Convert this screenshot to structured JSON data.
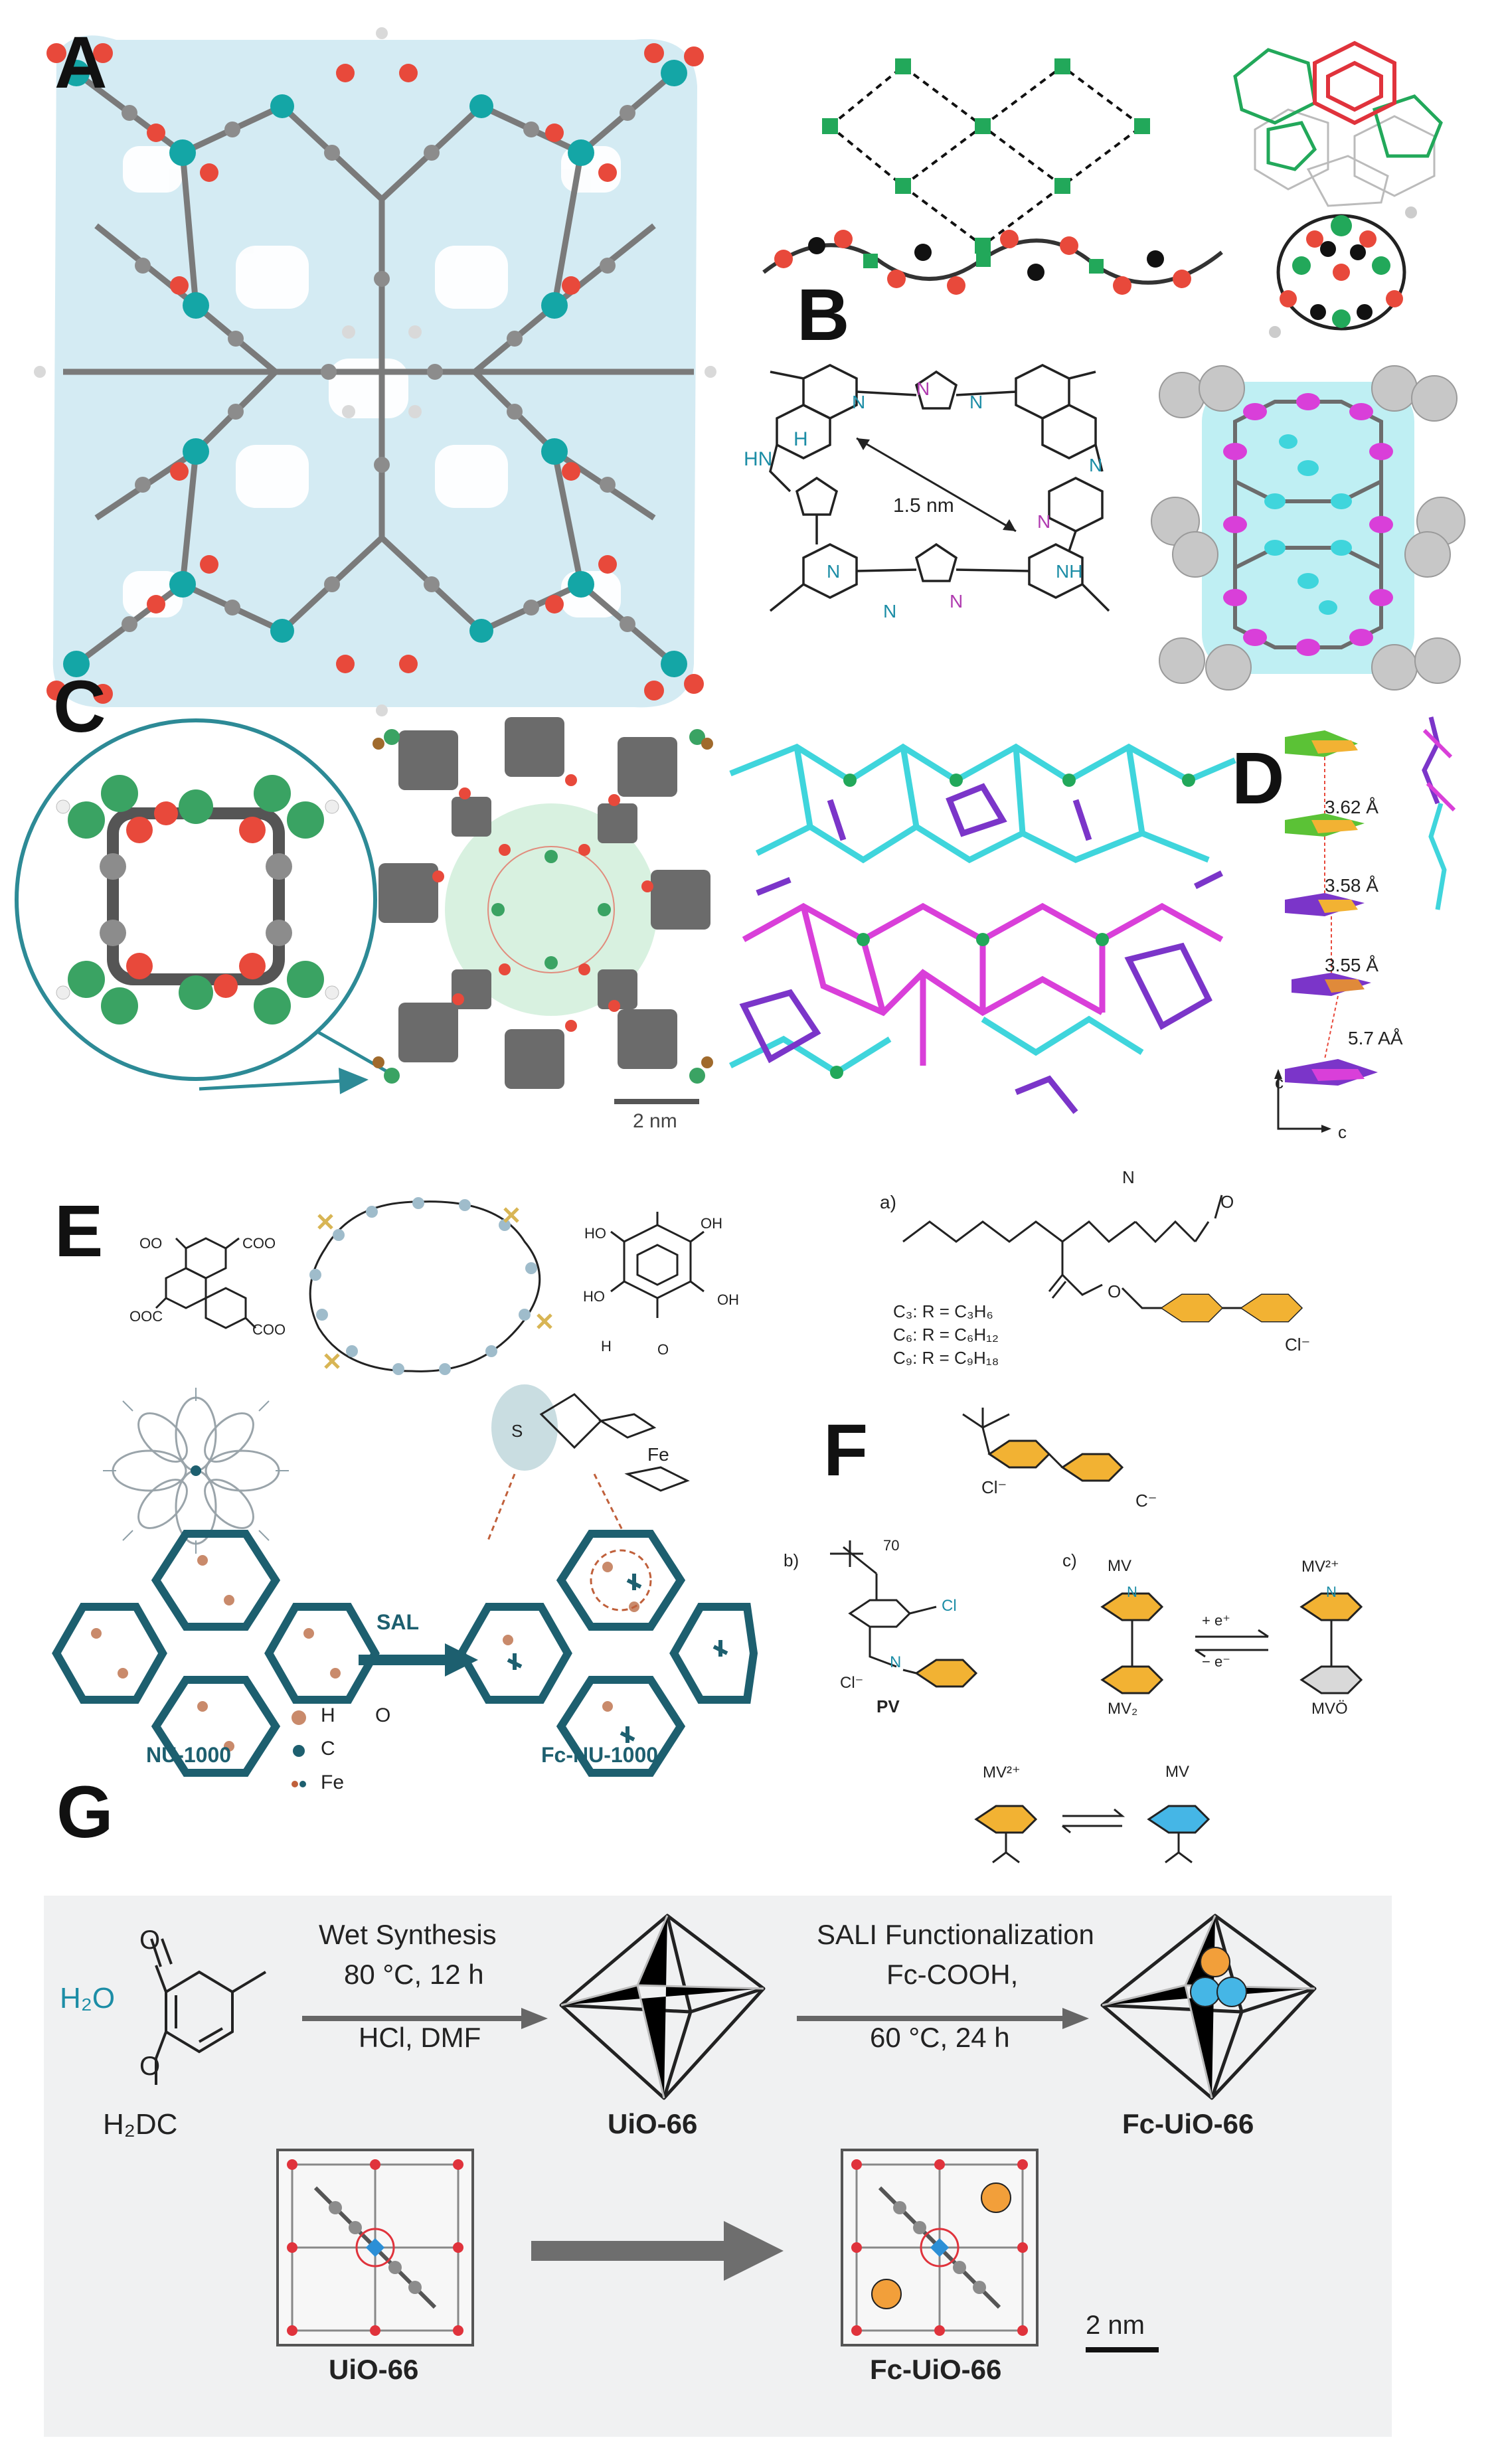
{
  "panels": {
    "A": "A",
    "B": "B",
    "C": "C",
    "D": "D",
    "E": "E",
    "F": "F",
    "G": "G"
  },
  "colors": {
    "teal": "#14a6a6",
    "carbon": "#8c8c8c",
    "oxygen": "#e8493b",
    "hydrogen": "#d9d9d9",
    "cyan": "#3fd5dc",
    "magenta": "#d93fd9",
    "purple": "#7b35c9",
    "green": "#22a85a",
    "yellow": "#f2b233",
    "blueGrey": "#9fbccb",
    "darkTeal": "#1d5f6f",
    "orange": "#f29f3a",
    "blue": "#45b6e6"
  },
  "panelB": {
    "distance": "1.5 nm",
    "atoms": {
      "hn": "HN",
      "h": "H",
      "n": "N",
      "nh": "NH"
    }
  },
  "panelC": {
    "scale": "2 nm"
  },
  "panelD": {
    "distances": [
      "3.62 Å",
      "3.58 Å",
      "3.55 Å",
      "5.7 AÅ"
    ],
    "axis_x": "c",
    "axis_y": "c"
  },
  "panelE": {
    "frame_left": "NU-1000",
    "frame_right": "Fc-NU-1000",
    "arrow": "SAL",
    "legend": {
      "h": "H",
      "o": "O",
      "c": "C",
      "fe": "Fe"
    },
    "ferrocene": {
      "s": "S",
      "fe": "Fe"
    },
    "carboxy": {
      "oo": "OO",
      "coo": "COO",
      "ooc": "OOC"
    },
    "hydroxy": {
      "ho": "HO",
      "oh": "OH",
      "h": "H",
      "o": "O"
    }
  },
  "panelF": {
    "a_label": "a)",
    "b_label": "b)",
    "c_label": "c)",
    "a_atoms": {
      "n": "N",
      "o": "O",
      "cl": "Cl⁻"
    },
    "c3": "C₃: R = C₃H₆",
    "c6": "C₆: R = C₆H₁₂",
    "c9": "C₉: R = C₉H₁₈",
    "small": {
      "cl": "Cl⁻",
      "c": "C⁻"
    },
    "pv": {
      "sub": "70",
      "cl": "Cl",
      "cl2": "Cl⁻",
      "n": "N",
      "name": "PV"
    },
    "mv": {
      "top_left": "MV",
      "top_right": "MV²⁺",
      "n": "N",
      "bottom_left": "MV₂",
      "bottom_right": "MVÖ",
      "arrow_top": "+ e⁺",
      "arrow_bottom": "− e⁻",
      "low_left": "MV²⁺",
      "low_right": "MV"
    }
  },
  "panelG": {
    "reactant": {
      "h2o": "H₂O",
      "o": "O",
      "o2": "O",
      "name": "H₂DC"
    },
    "step1": {
      "title": "Wet Synthesis",
      "cond1": "80 °C, 12 h",
      "cond2": "HCl, DMF"
    },
    "product1": "UiO-66",
    "step2": {
      "title": "SALI Functionalization",
      "cond1": "Fc-COOH,",
      "cond2": "60 °C, 24 h"
    },
    "product2": "Fc-UiO-66",
    "bottom_left": "UiO-66",
    "bottom_right": "Fc-UiO-66",
    "scale": "2 nm"
  }
}
